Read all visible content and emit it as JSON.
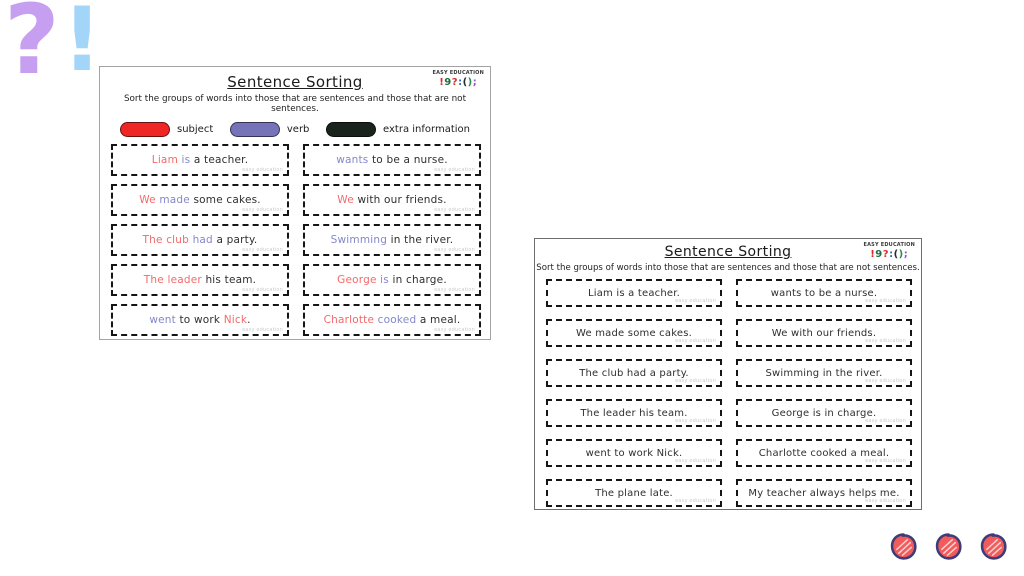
{
  "text_colors": {
    "subject": "#f26a6a",
    "verb": "#8487cb",
    "plain": "#2f2f2f"
  },
  "legend_colors": {
    "subject": "#ee2724",
    "verb": "#7673b8",
    "extra": "#1a231c"
  },
  "decorations": {
    "question": {
      "char": "?",
      "color": "#c79ff1"
    },
    "exclamation": {
      "char": "!",
      "color": "#a2d5f8"
    }
  },
  "logo": {
    "brand": "EASY EDUCATION",
    "glyphs": [
      {
        "t": "!",
        "c": "#e02428"
      },
      {
        "t": "9",
        "c": "#1f6b41"
      },
      {
        "t": "?",
        "c": "#d8322d"
      },
      {
        "t": ":",
        "c": "#2d64c8"
      },
      {
        "t": "(",
        "c": "#2a2a2a"
      },
      {
        "t": ")",
        "c": "#2a8a52"
      },
      {
        "t": ";",
        "c": "#9156cf"
      }
    ]
  },
  "worksheet_left": {
    "title": "Sentence Sorting",
    "instructions": "Sort the groups of words into those that are sentences and those that are not sentences.",
    "watermark": "easy education",
    "legend": [
      {
        "key": "subject",
        "label": "subject"
      },
      {
        "key": "verb",
        "label": "verb"
      },
      {
        "key": "extra",
        "label": "extra information"
      }
    ],
    "cells": [
      [
        {
          "t": "Liam",
          "c": "subject"
        },
        {
          "t": " is",
          "c": "verb"
        },
        {
          "t": " a teacher.",
          "c": "plain"
        }
      ],
      [
        {
          "t": "wants",
          "c": "verb"
        },
        {
          "t": " to be a nurse.",
          "c": "plain"
        }
      ],
      [
        {
          "t": "We",
          "c": "subject"
        },
        {
          "t": " made",
          "c": "verb"
        },
        {
          "t": " some cakes.",
          "c": "plain"
        }
      ],
      [
        {
          "t": "We",
          "c": "subject"
        },
        {
          "t": " with our friends.",
          "c": "plain"
        }
      ],
      [
        {
          "t": "The club",
          "c": "subject"
        },
        {
          "t": " had",
          "c": "verb"
        },
        {
          "t": " a party.",
          "c": "plain"
        }
      ],
      [
        {
          "t": "Swimming",
          "c": "verb"
        },
        {
          "t": " in the river.",
          "c": "plain"
        }
      ],
      [
        {
          "t": "The leader",
          "c": "subject"
        },
        {
          "t": " his team.",
          "c": "plain"
        }
      ],
      [
        {
          "t": "George",
          "c": "subject"
        },
        {
          "t": " is",
          "c": "verb"
        },
        {
          "t": " in charge.",
          "c": "plain"
        }
      ],
      [
        {
          "t": "went",
          "c": "verb"
        },
        {
          "t": " to work ",
          "c": "plain"
        },
        {
          "t": "Nick",
          "c": "subject"
        },
        {
          "t": ".",
          "c": "plain"
        }
      ],
      [
        {
          "t": "Charlotte",
          "c": "subject"
        },
        {
          "t": " cooked",
          "c": "verb"
        },
        {
          "t": " a meal.",
          "c": "plain"
        }
      ]
    ]
  },
  "worksheet_right": {
    "title": "Sentence Sorting",
    "instructions": "Sort the groups of words into those that are sentences and those that are not sentences.",
    "watermark": "easy education",
    "cells": [
      [
        {
          "t": "Liam is a teacher.",
          "c": "plain"
        }
      ],
      [
        {
          "t": "wants to be a nurse.",
          "c": "plain"
        }
      ],
      [
        {
          "t": "We made some cakes.",
          "c": "plain"
        }
      ],
      [
        {
          "t": "We with our friends.",
          "c": "plain"
        }
      ],
      [
        {
          "t": "The club had a party.",
          "c": "plain"
        }
      ],
      [
        {
          "t": "Swimming in the river.",
          "c": "plain"
        }
      ],
      [
        {
          "t": "The leader his team.",
          "c": "plain"
        }
      ],
      [
        {
          "t": "George is in charge.",
          "c": "plain"
        }
      ],
      [
        {
          "t": "went to work Nick.",
          "c": "plain"
        }
      ],
      [
        {
          "t": "Charlotte cooked a meal.",
          "c": "plain"
        }
      ],
      [
        {
          "t": "The plane late.",
          "c": "plain"
        }
      ],
      [
        {
          "t": "My teacher always helps me.",
          "c": "plain"
        }
      ]
    ]
  },
  "stickers": {
    "count": 3,
    "fill": "#f15b5b",
    "stroke": "#3d3c78"
  }
}
